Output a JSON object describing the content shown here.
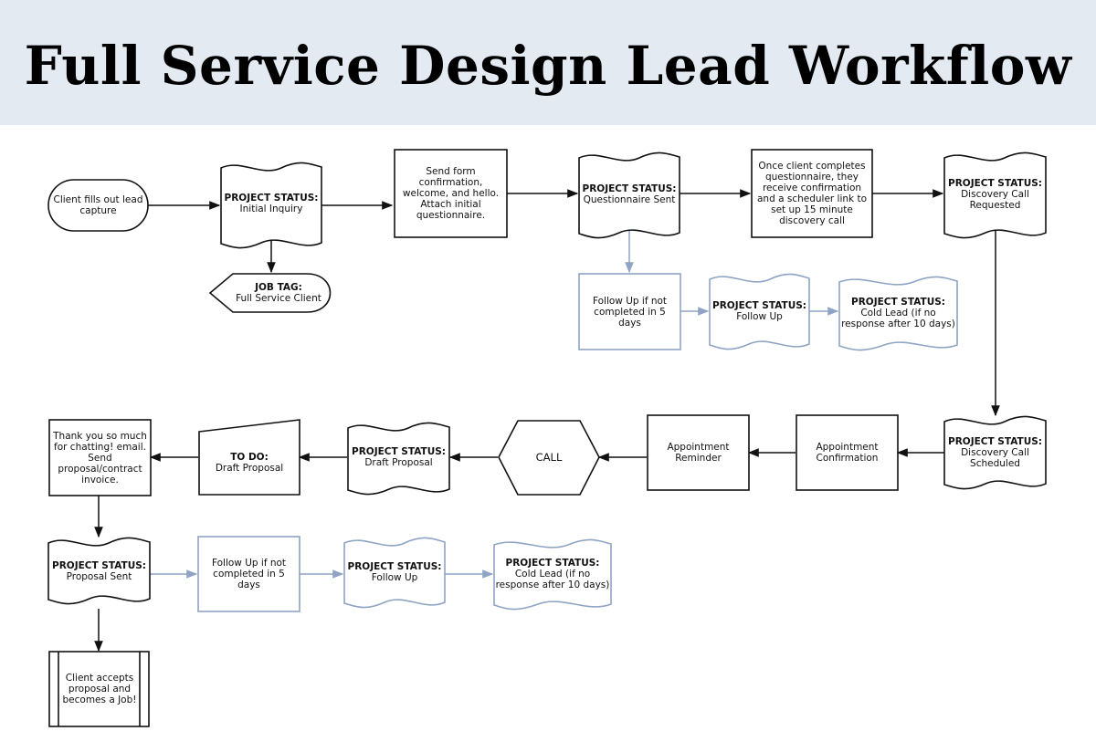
{
  "title": "Full Service Design Lead Workflow",
  "colors": {
    "header_bg": "#e3eaf2",
    "primary_stroke": "#111111",
    "followup_stroke": "#8fa4c4"
  },
  "nodes": {
    "lead_capture": {
      "text": "Client fills out lead capture"
    },
    "initial_inquiry": {
      "heading": "PROJECT STATUS:",
      "text": "Initial Inquiry"
    },
    "job_tag": {
      "heading": "JOB TAG:",
      "text": "Full Service Client"
    },
    "send_form": {
      "text": "Send form confirmation, welcome, and hello. Attach initial questionnaire."
    },
    "questionnaire_sent": {
      "heading": "PROJECT STATUS:",
      "text": "Questionnaire Sent"
    },
    "scheduler_link": {
      "text": "Once client completes questionnaire, they receive confirmation and a scheduler link to set up 15 minute discovery call"
    },
    "discovery_requested": {
      "heading": "PROJECT STATUS:",
      "text": "Discovery Call Requested"
    },
    "followup_task_1": {
      "text": "Follow Up if not completed in 5 days"
    },
    "followup_status_1": {
      "heading": "PROJECT STATUS:",
      "text": "Follow Up"
    },
    "cold_lead_1": {
      "heading": "PROJECT STATUS:",
      "text": "Cold Lead (if no response after 10 days)"
    },
    "discovery_scheduled": {
      "heading": "PROJECT STATUS:",
      "text": "Discovery Call Scheduled"
    },
    "appt_confirmation": {
      "text": "Appointment Confirmation"
    },
    "appt_reminder": {
      "text": "Appointment Reminder"
    },
    "call": {
      "text": "CALL"
    },
    "draft_proposal_status": {
      "heading": "PROJECT STATUS:",
      "text": "Draft Proposal"
    },
    "draft_proposal_todo": {
      "heading": "TO DO:",
      "text": "Draft Proposal"
    },
    "thank_you": {
      "text": "Thank you so much for chatting! email. Send proposal/contract invoice."
    },
    "proposal_sent": {
      "heading": "PROJECT STATUS:",
      "text": "Proposal Sent"
    },
    "followup_task_2": {
      "text": "Follow Up if not completed in 5 days"
    },
    "followup_status_2": {
      "heading": "PROJECT STATUS:",
      "text": "Follow Up"
    },
    "cold_lead_2": {
      "heading": "PROJECT STATUS:",
      "text": "Cold Lead (if no response after 10 days)"
    },
    "becomes_job": {
      "text": "Client accepts proposal and becomes a Job!"
    }
  }
}
